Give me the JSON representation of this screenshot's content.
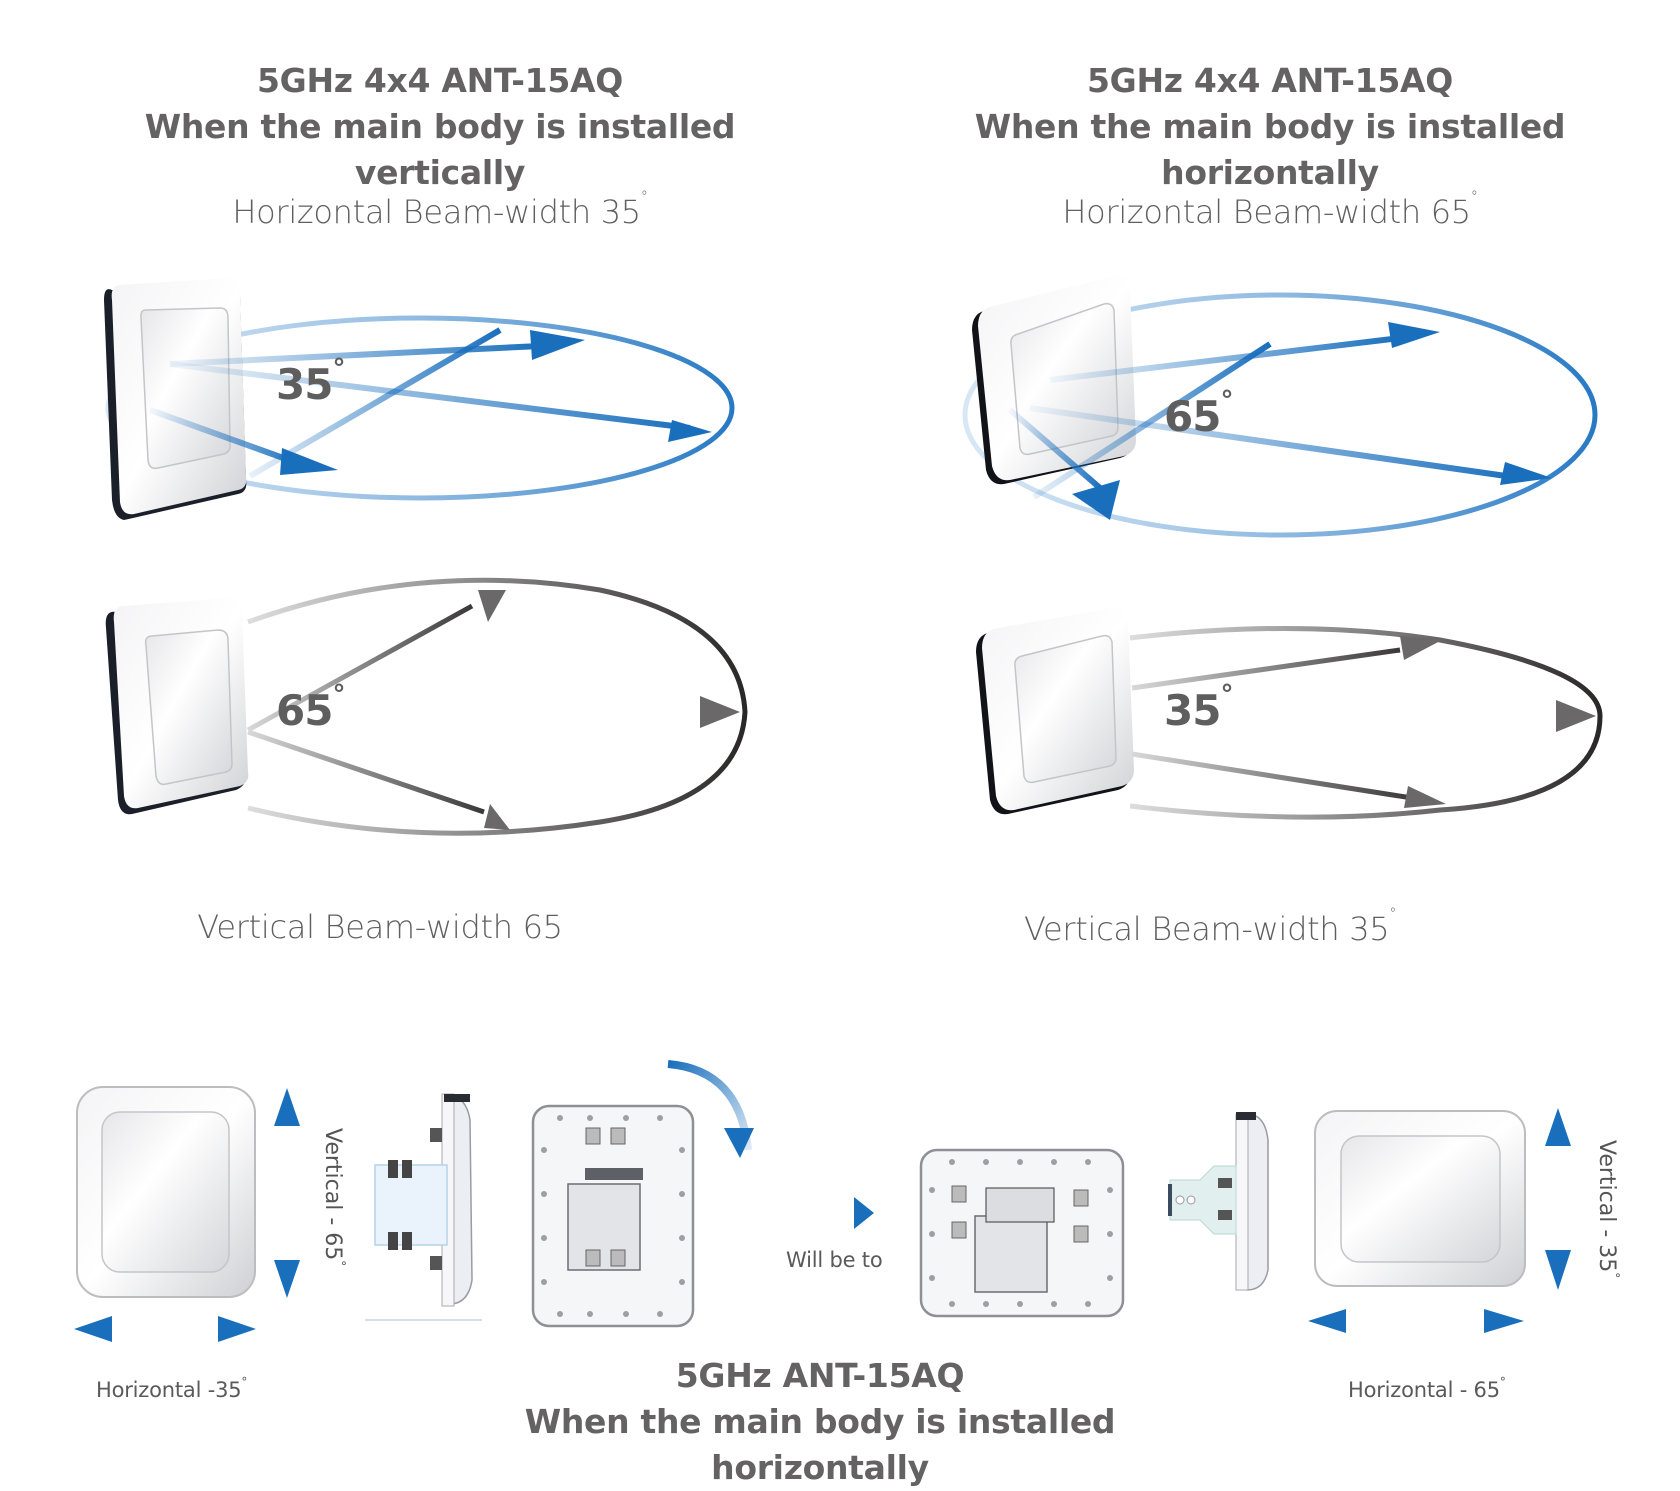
{
  "left_panel": {
    "title_line1": "5GHz 4x4 ANT-15AQ",
    "title_line2": "When the main body is installed vertically",
    "horizontal_caption": "Horizontal Beam-width 35",
    "horizontal_angle": "35",
    "vertical_angle": "65",
    "vertical_caption": "Vertical Beam-width 65"
  },
  "right_panel": {
    "title_line1": "5GHz 4x4 ANT-15AQ",
    "title_line2": "When the main body is installed horizontally",
    "horizontal_caption": "Horizontal Beam-width 65",
    "horizontal_angle": "65",
    "vertical_angle": "35",
    "vertical_caption": "Vertical Beam-width 35"
  },
  "bottom": {
    "left_vertical_label": "Vertical - 65",
    "left_horizontal_label": "Horizontal -35",
    "transition_label": "Will be to",
    "right_vertical_label": "Vertical - 35",
    "right_horizontal_label": "Horizontal - 65",
    "title_line1": "5GHz ANT-15AQ",
    "title_line2": "When the main body is installed horizontally"
  },
  "symbols": {
    "degree": "°"
  },
  "colors": {
    "accent_blue": "#1a6fbd",
    "beam_grey": "#6a6868",
    "text_grey": "#646262"
  }
}
